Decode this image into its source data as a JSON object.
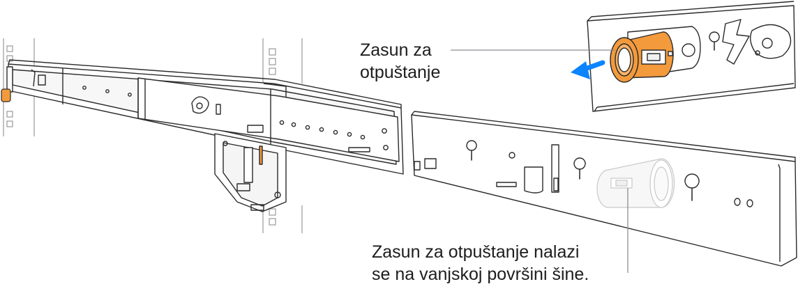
{
  "callouts": {
    "release_latch": {
      "line1": "Zasun za",
      "line2": "otpuštanje"
    },
    "latch_location": {
      "line1": "Zasun za otpuštanje nalazi",
      "line2": "se na vanjskoj površini šine."
    }
  },
  "colors": {
    "latch_orange": "#F39A3C",
    "arrow_blue": "#0A84FF",
    "outline": "#2a2a2a",
    "leader_line": "#8e8e93"
  },
  "icons": {
    "arrow": "left-arrow-icon"
  }
}
